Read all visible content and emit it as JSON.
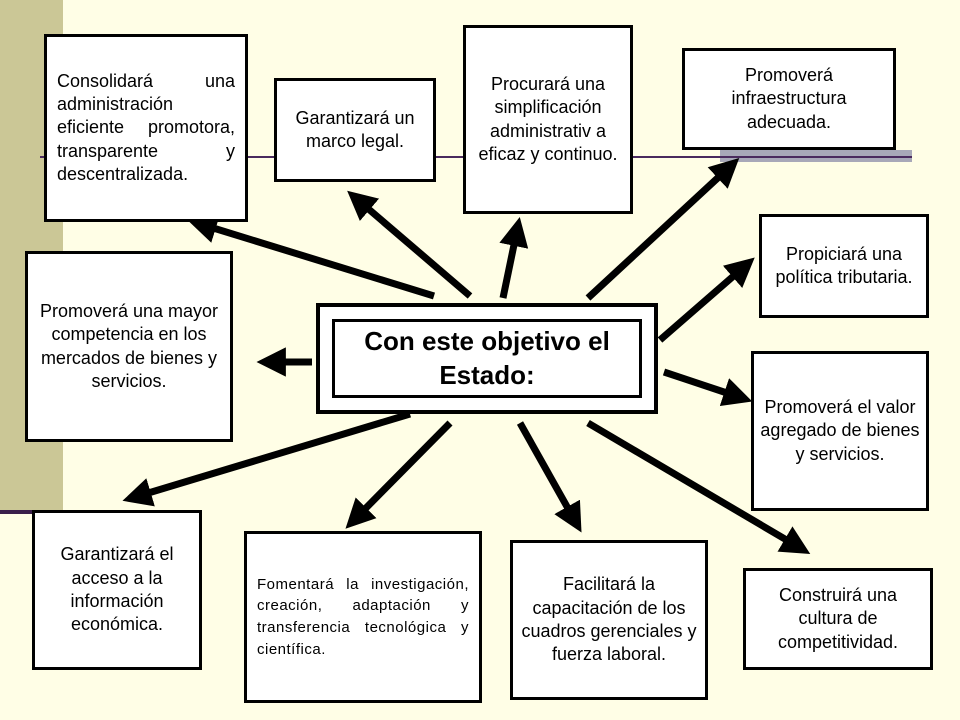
{
  "center": {
    "text": "Con este objetivo el Estado:"
  },
  "boxes": [
    {
      "id": "consolidara",
      "text": "Consolidará una administración eficiente promotora, transparente y descentralizada."
    },
    {
      "id": "garantizara-marco",
      "text": "Garantizará un marco legal."
    },
    {
      "id": "procurara",
      "text": "Procurará una simplificación administrativ a eficaz y continuo."
    },
    {
      "id": "promovera-infra",
      "text": "Promoverá infraestructura adecuada."
    },
    {
      "id": "propiciara",
      "text": "Propiciará una política tributaria."
    },
    {
      "id": "promovera-valor",
      "text": "Promoverá el valor agregado de bienes y servicios."
    },
    {
      "id": "construira",
      "text": "Construirá una cultura de competitividad."
    },
    {
      "id": "facilitara",
      "text": "Facilitará la capacitación de los cuadros gerenciales y fuerza laboral."
    },
    {
      "id": "fomentara",
      "text": "Fomentará la investigación, creación, adaptación y transferencia tecnológica y científica."
    },
    {
      "id": "garantizara-acceso",
      "text": "Garantizará el acceso a la información económica."
    },
    {
      "id": "promovera-competencia",
      "text": "Promoverá una mayor competencia en los mercados de bienes y servicios."
    }
  ],
  "colors": {
    "background": "#fffee6",
    "sidebar": "#cbc796",
    "ink": "#000000"
  }
}
